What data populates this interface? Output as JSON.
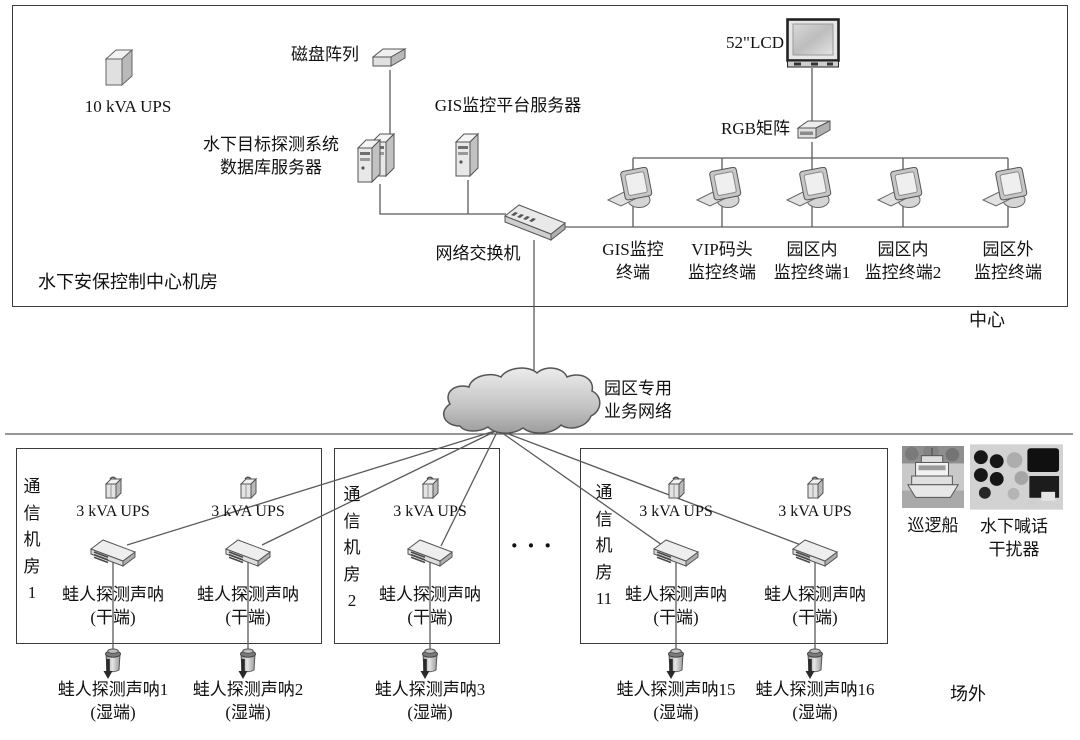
{
  "colors": {
    "wire": "#5a5a5a",
    "border": "#3c3c3c",
    "icon_light": "#ececec",
    "icon_mid": "#d6d6d6",
    "icon_dark": "#b5b5b5"
  },
  "center_room": {
    "box_label": "水下安保控制中心机房",
    "region_label": "中心",
    "ups_label": "10 kVA UPS",
    "disk_array_label": "磁盘阵列",
    "db_server_label_line1": "水下目标探测系统",
    "db_server_label_line2": "数据库服务器",
    "gis_server_label": "GIS监控平台服务器",
    "switch_label": "网络交换机",
    "lcd_label": "52\"LCD",
    "rgb_matrix_label": "RGB矩阵",
    "terminals": [
      {
        "line1": "GIS监控",
        "line2": "终端"
      },
      {
        "line1": "VIP码头",
        "line2": "监控终端"
      },
      {
        "line1": "园区内",
        "line2": "监控终端1"
      },
      {
        "line1": "园区内",
        "line2": "监控终端2"
      },
      {
        "line1": "园区外",
        "line2": "监控终端"
      }
    ]
  },
  "cloud": {
    "label_line1": "园区专用",
    "label_line2": "业务网络"
  },
  "rooms": [
    {
      "name": "通信机房1",
      "units": [
        {
          "ups_label": "3 kVA UPS",
          "sonar_label": "蛙人探测声呐",
          "end_label": "(干端)"
        },
        {
          "ups_label": "3 kVA UPS",
          "sonar_label": "蛙人探测声呐",
          "end_label": "(干端)"
        }
      ]
    },
    {
      "name": "通信机房2",
      "units": [
        {
          "ups_label": "3 kVA UPS",
          "sonar_label": "蛙人探测声呐",
          "end_label": "(干端)"
        }
      ]
    },
    {
      "name": "通信机房11",
      "units": [
        {
          "ups_label": "3 kVA UPS",
          "sonar_label": "蛙人探测声呐",
          "end_label": "(干端)"
        },
        {
          "ups_label": "3 kVA UPS",
          "sonar_label": "蛙人探测声呐",
          "end_label": "(干端)"
        }
      ]
    }
  ],
  "wet_sonars": [
    {
      "line1": "蛙人探测声呐1",
      "line2": "(湿端)"
    },
    {
      "line1": "蛙人探测声呐2",
      "line2": "(湿端)"
    },
    {
      "line1": "蛙人探测声呐3",
      "line2": "(湿端)"
    },
    {
      "line1": "蛙人探测声呐15",
      "line2": "(湿端)"
    },
    {
      "line1": "蛙人探测声呐16",
      "line2": "(湿端)"
    }
  ],
  "offsite": {
    "region_label": "场外",
    "ellipsis": "···",
    "patrol_boat_label": "巡逻船",
    "jammer_label_line1": "水下喊话",
    "jammer_label_line2": "干扰器"
  }
}
